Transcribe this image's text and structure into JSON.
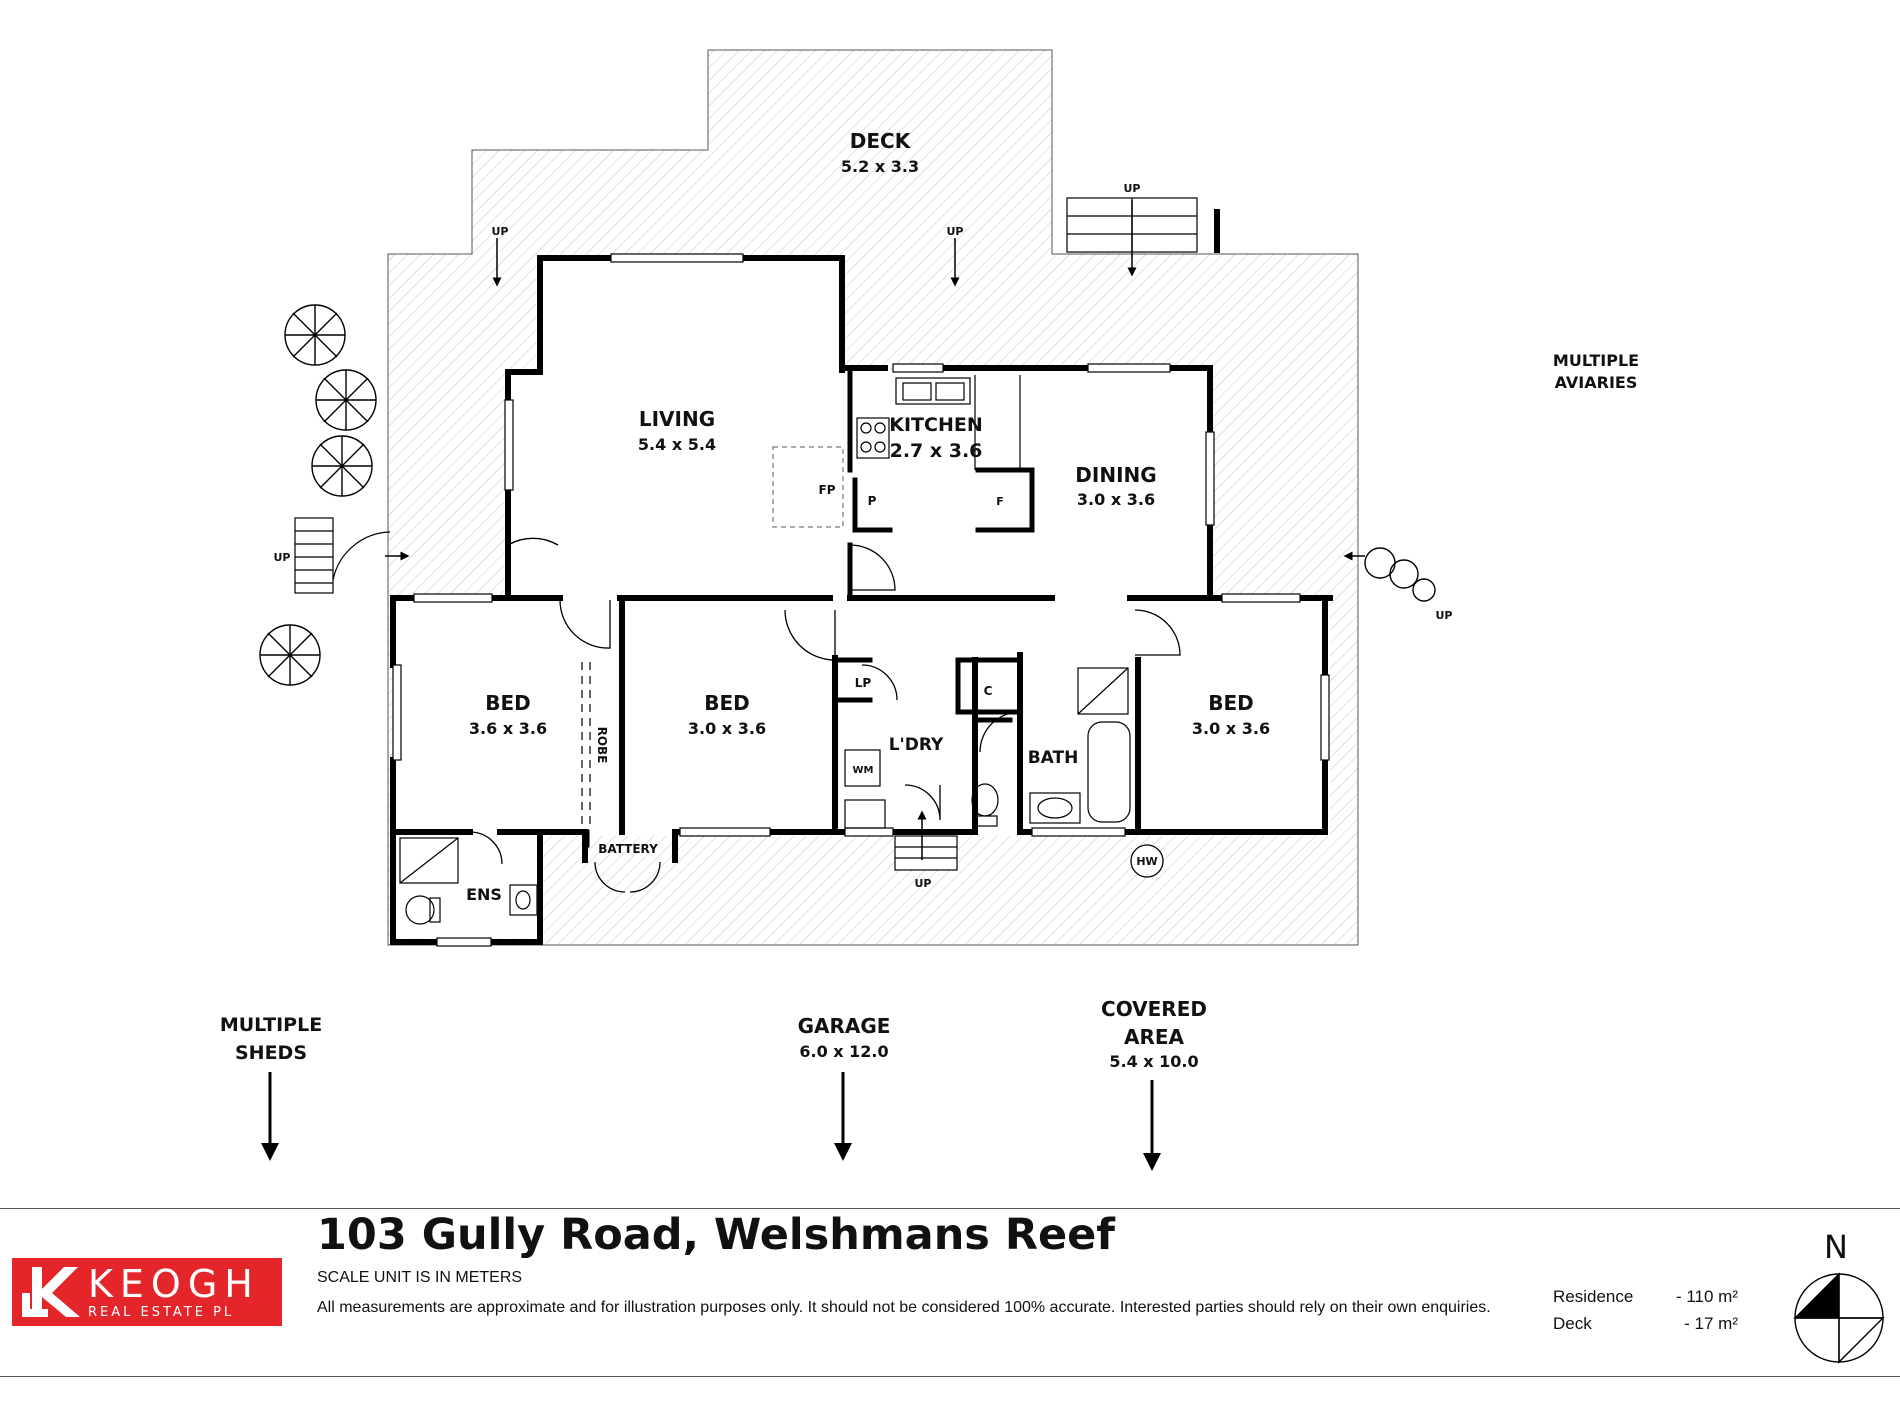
{
  "rooms": {
    "deck": {
      "name": "DECK",
      "size": "5.2 x 3.3"
    },
    "living": {
      "name": "LIVING",
      "size": "5.4 x 5.4"
    },
    "kitchen": {
      "name": "KITCHEN",
      "size": "2.7 x 3.6"
    },
    "dining": {
      "name": "DINING",
      "size": "3.0 x 3.6"
    },
    "bed1": {
      "name": "BED",
      "size": "3.6 x 3.6"
    },
    "bed2": {
      "name": "BED",
      "size": "3.0 x 3.6"
    },
    "bed3": {
      "name": "BED",
      "size": "3.0 x 3.6"
    },
    "laundry": {
      "name": "L'DRY"
    },
    "bath": {
      "name": "BATH"
    },
    "ensuite": {
      "name": "ENS"
    },
    "battery": {
      "name": "BATTERY"
    },
    "robe": {
      "name": "ROBE"
    }
  },
  "fixtures": {
    "fireplace": "FP",
    "pantry": "P",
    "fridge": "F",
    "linen": "LP",
    "cupboard": "C",
    "washer": "WM",
    "hot_water": "HW"
  },
  "stair_label": "UP",
  "outside": {
    "aviaries": [
      "MULTIPLE",
      "AVIARIES"
    ],
    "sheds": [
      "MULTIPLE",
      "SHEDS"
    ],
    "garage": {
      "name": "GARAGE",
      "size": "6.0 x 12.0"
    },
    "covered": {
      "name": [
        "COVERED",
        "AREA"
      ],
      "size": "5.4 x 10.0"
    }
  },
  "footer": {
    "address": "103 Gully Road, Welshmans Reef",
    "scale_note": "SCALE UNIT IS IN METERS",
    "disclaimer": "All measurements are approximate and for illustration purposes only. It should not be considered 100% accurate. Interested parties should rely on their own enquiries.",
    "areas": [
      {
        "label": "Residence",
        "value": "- 110 m²"
      },
      {
        "label": "Deck",
        "value": "-  17 m²"
      }
    ],
    "compass": "N"
  },
  "logo": {
    "name": "KEOGH",
    "sub": "REAL ESTATE PL"
  },
  "colors": {
    "brand": "#e4262b",
    "wall": "#000000",
    "hatch": "#bdbdbd"
  }
}
